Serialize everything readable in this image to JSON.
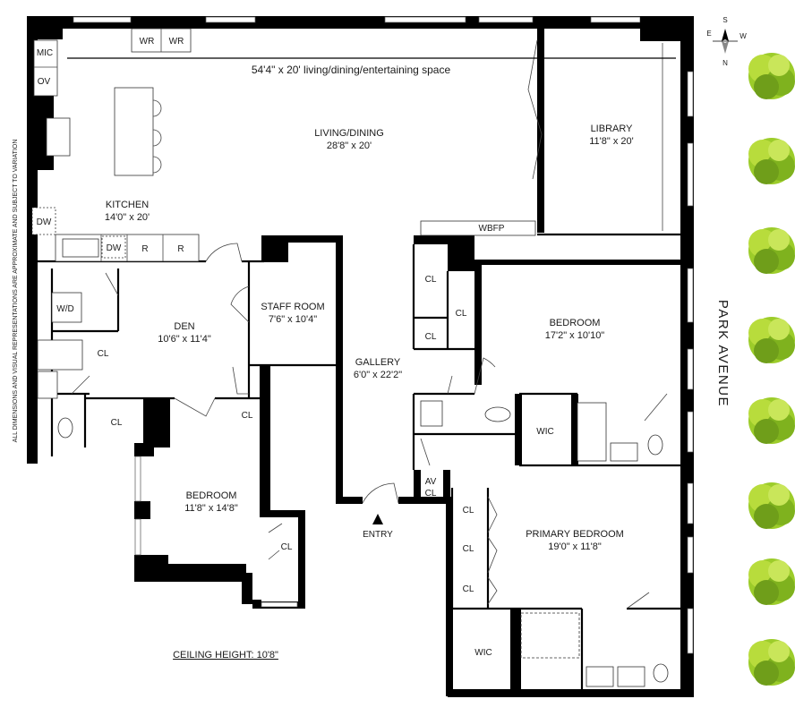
{
  "plan": {
    "banner": "54'4\" x 20' living/dining/entertaining space",
    "disclaimer": "ALL DIMENSIONS AND VISUAL REPRESENTATIONS ARE APPROXIMATE AND SUBJECT TO VARIATION",
    "street": "PARK AVENUE",
    "ceiling": "CEILING HEIGHT: 10'8\"",
    "entry": "ENTRY",
    "compass": {
      "s": "S",
      "e": "E",
      "w": "W",
      "n": "N"
    },
    "rooms": {
      "living": {
        "name": "LIVING/DINING",
        "dim": "28'8\" x 20'"
      },
      "library": {
        "name": "LIBRARY",
        "dim": "11'8\" x 20'"
      },
      "kitchen": {
        "name": "KITCHEN",
        "dim": "14'0\" x 20'"
      },
      "den": {
        "name": "DEN",
        "dim": "10'6\" x 11'4\""
      },
      "staff": {
        "name": "STAFF ROOM",
        "dim": "7'6\" x 10'4\""
      },
      "gallery": {
        "name": "GALLERY",
        "dim": "6'0\" x 22'2\""
      },
      "bedroom_east": {
        "name": "BEDROOM",
        "dim": "17'2\" x 10'10\""
      },
      "bedroom_west": {
        "name": "BEDROOM",
        "dim": "11'8\" x 14'8\""
      },
      "primary": {
        "name": "PRIMARY BEDROOM",
        "dim": "19'0\" x 11'8\""
      }
    },
    "labels": {
      "mic": "MIC",
      "ov": "OV",
      "wr": "WR",
      "dw": "DW",
      "r": "R",
      "wd": "W/D",
      "cl": "CL",
      "wic": "WIC",
      "wbfp": "WBFP",
      "av": "AV"
    }
  }
}
